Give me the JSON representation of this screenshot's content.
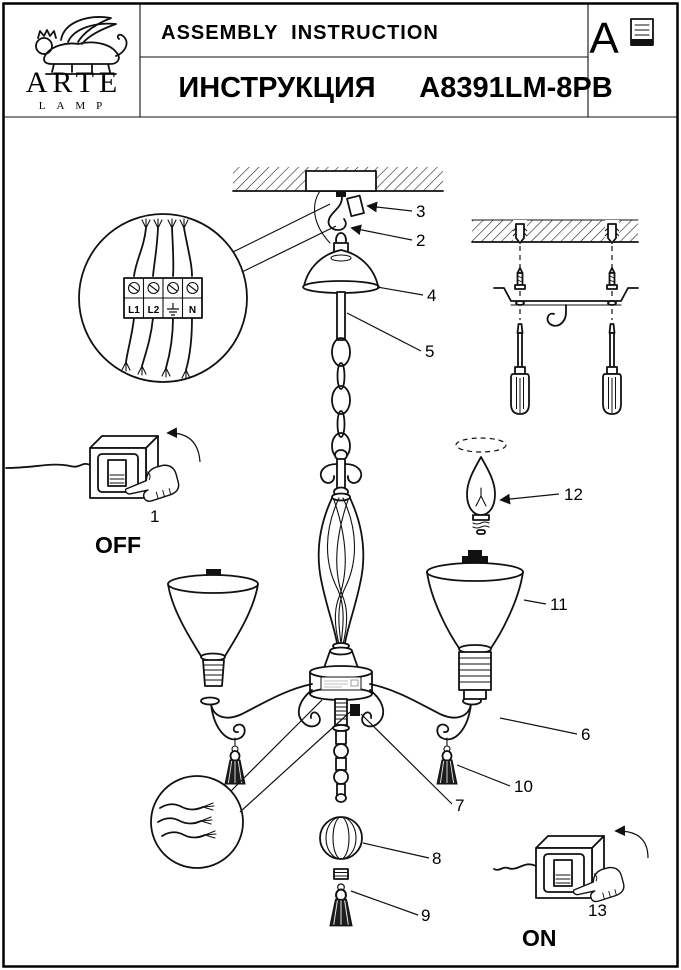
{
  "header": {
    "logo": {
      "brand": "ARTE",
      "sub": "LAMP",
      "icon": "winged-lion-crest-icon"
    },
    "title_en": "ASSEMBLY  INSTRUCTION",
    "title_ru": "ИНСТРУКЦИЯ",
    "model": "A8391LM-8PB",
    "page_letter": "A",
    "manual_icon": "instruction-booklet-icon"
  },
  "diagram": {
    "callouts": {
      "c1": "1",
      "c2": "2",
      "c3": "3",
      "c4": "4",
      "c5": "5",
      "c6": "6",
      "c7": "7",
      "c8": "8",
      "c9": "9",
      "c10": "10",
      "c11": "11",
      "c12": "12",
      "c13": "13"
    },
    "switches": {
      "off_label": "OFF",
      "on_label": "ON"
    },
    "terminal_block": {
      "l1": "L1",
      "l2": "L2",
      "earth_icon": "earth-ground-symbol",
      "n": "N"
    },
    "icons": {
      "hand": "pointing-hand-icon",
      "earth": "earth-ground-symbol",
      "booklet": "instruction-booklet-icon",
      "lion": "winged-lion-crest-icon",
      "bulb": "candle-bulb-icon",
      "screwdriver": "screwdriver-icon"
    }
  }
}
